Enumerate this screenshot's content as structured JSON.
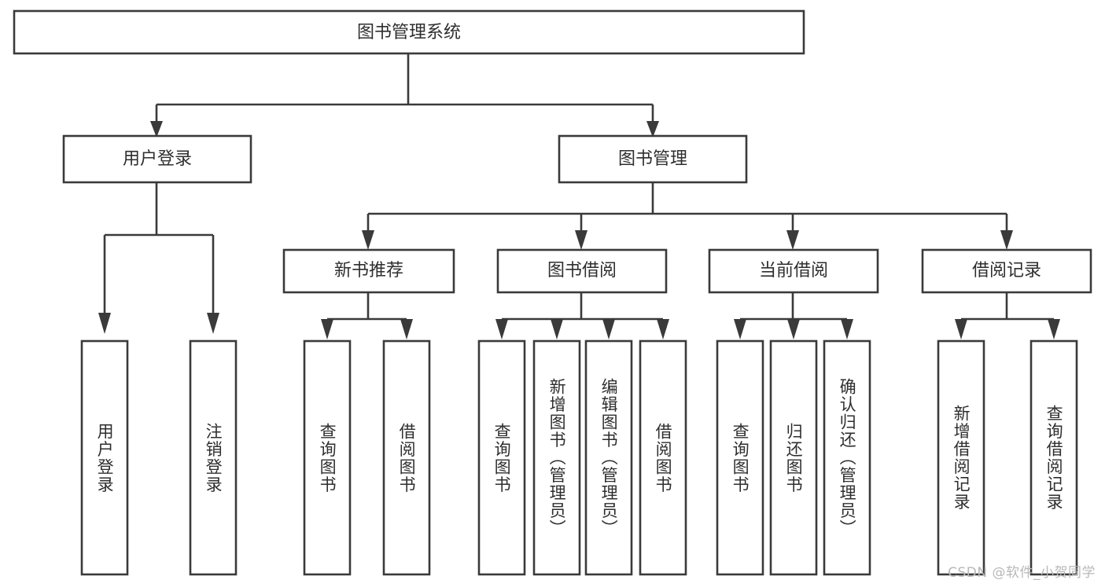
{
  "diagram": {
    "type": "tree",
    "title": "图书管理系统",
    "watermark": "CSDN @软件_小贺同学",
    "colors": {
      "stroke": "#3a3a3a",
      "box_fill": "#ffffff",
      "text": "#2e2e2e",
      "background": "#ffffff",
      "watermark": "#b8b8b8"
    },
    "root": {
      "label": "图书管理系统",
      "orientation": "horizontal"
    },
    "level2": [
      {
        "label": "用户登录",
        "orientation": "horizontal"
      },
      {
        "label": "图书管理",
        "orientation": "horizontal"
      }
    ],
    "level3": [
      {
        "label": "新书推荐",
        "orientation": "horizontal"
      },
      {
        "label": "图书借阅",
        "orientation": "horizontal"
      },
      {
        "label": "当前借阅",
        "orientation": "horizontal"
      },
      {
        "label": "借阅记录",
        "orientation": "horizontal"
      }
    ],
    "leaves": {
      "user_login": [
        {
          "label": "用户登录",
          "orientation": "vertical"
        },
        {
          "label": "注销登录",
          "orientation": "vertical"
        }
      ],
      "new_book_recommend": [
        {
          "label": "查询图书",
          "orientation": "vertical"
        },
        {
          "label": "借阅图书",
          "orientation": "vertical"
        }
      ],
      "book_borrow": [
        {
          "label": "查询图书",
          "orientation": "vertical"
        },
        {
          "label": "新增图书（管理员）",
          "orientation": "vertical"
        },
        {
          "label": "编辑图书（管理员）",
          "orientation": "vertical"
        },
        {
          "label": "借阅图书",
          "orientation": "vertical"
        }
      ],
      "current_borrow": [
        {
          "label": "查询图书",
          "orientation": "vertical"
        },
        {
          "label": "归还图书",
          "orientation": "vertical"
        },
        {
          "label": "确认归还（管理员）",
          "orientation": "vertical"
        }
      ],
      "borrow_record": [
        {
          "label": "新增借阅记录",
          "orientation": "vertical"
        },
        {
          "label": "查询借阅记录",
          "orientation": "vertical"
        }
      ]
    }
  }
}
